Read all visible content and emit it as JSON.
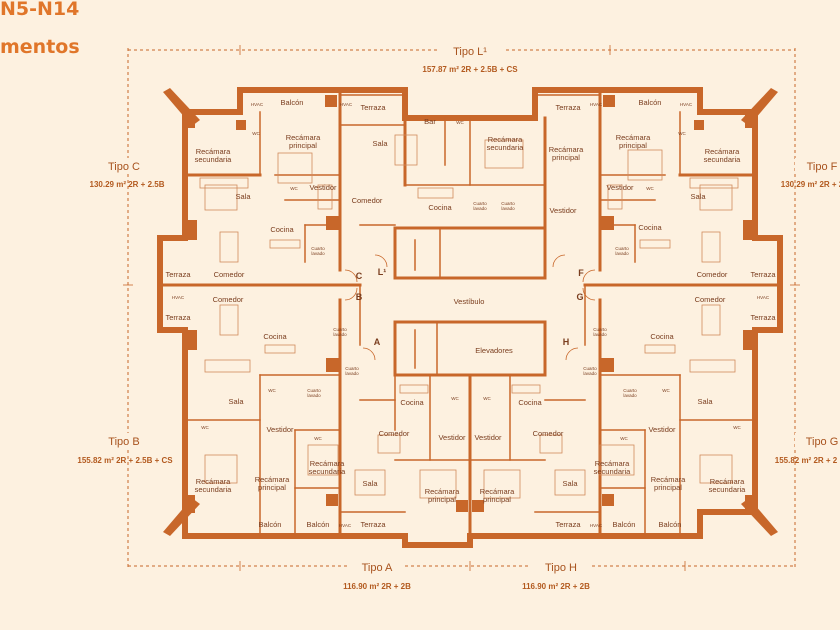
{
  "header": {
    "line1": "N5-N14",
    "line2": "mentos"
  },
  "units": {
    "L1": {
      "name": "Tipo L¹",
      "info": "157.87 m²   2R + 2.5B + CS"
    },
    "C": {
      "name": "Tipo C",
      "info": "130.29 m²   2R + 2.5B"
    },
    "F": {
      "name": "Tipo F",
      "info": "130.29 m²   2R + 2"
    },
    "B": {
      "name": "Tipo B",
      "info": "155.82 m²   2R + 2.5B + CS"
    },
    "G": {
      "name": "Tipo G",
      "info": "155.82 m²   2R + 2"
    },
    "A": {
      "name": "Tipo A",
      "info": "116.90 m²   2R + 2B"
    },
    "H": {
      "name": "Tipo H",
      "info": "116.90 m²   2R + 2B"
    }
  },
  "rooms": {
    "balcon": "Balcón",
    "terraza": "Terraza",
    "hvac": "HVAC",
    "wc": "WC",
    "bar": "Bar",
    "recamara": "Recámara",
    "secundaria": "secundaria",
    "principal": "principal",
    "salaLbl": "Sala",
    "comedor": "Comedor",
    "cocina": "Cocina",
    "vestidor": "Vestidor",
    "cuarto": "Cuarto",
    "lavado": "lavado",
    "vestibulo": "Vestíbulo",
    "elevadores": "Elevadores"
  },
  "letters": {
    "C": "C",
    "L": "L¹",
    "B": "B",
    "A": "A",
    "F": "F",
    "G": "G",
    "H": "H"
  }
}
